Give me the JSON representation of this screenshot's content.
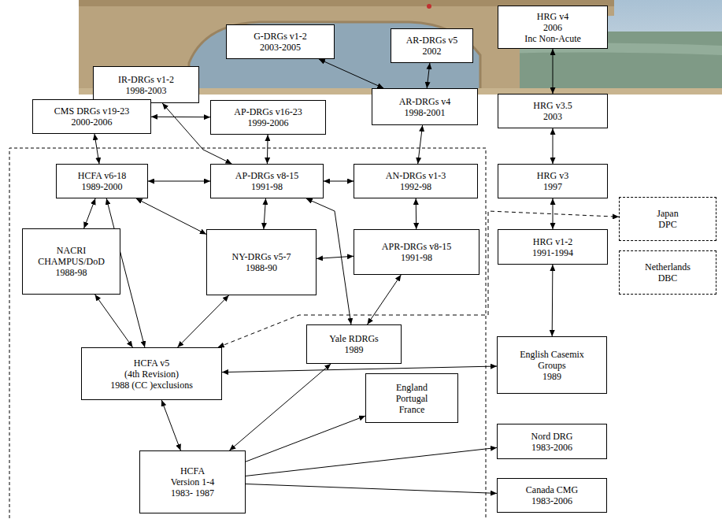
{
  "diagram": {
    "nodes": [
      {
        "text": [
          "IR-DRGs v1-2",
          "1998-2003"
        ]
      },
      {
        "text": [
          "G-DRGs v1-2",
          "2003-2005"
        ]
      },
      {
        "text": [
          "AR-DRGs v5",
          "2002"
        ]
      },
      {
        "text": [
          "HRG v4",
          "2006",
          "Inc Non-Acute"
        ]
      },
      {
        "text": [
          "CMS DRGs v19-23",
          "2000-2006"
        ]
      },
      {
        "text": [
          "AP-DRGs v16-23",
          "1999-2006"
        ]
      },
      {
        "text": [
          "AR-DRGs v4",
          "1998-2001"
        ]
      },
      {
        "text": [
          "HRG v3.5",
          "2003"
        ]
      },
      {
        "text": [
          "HCFA v6-18",
          "1989-2000"
        ]
      },
      {
        "text": [
          "AP-DRGs v8-15",
          "1991-98"
        ]
      },
      {
        "text": [
          "AN-DRGs v1-3",
          "1992-98"
        ]
      },
      {
        "text": [
          "HRG v3",
          "1997"
        ]
      },
      {
        "text": [
          "NACRI",
          "CHAMPUS/DoD",
          "1988-98"
        ]
      },
      {
        "text": [
          "NY-DRGs v5-7",
          "1988-90"
        ]
      },
      {
        "text": [
          "APR-DRGs v8-15",
          "1991-98"
        ]
      },
      {
        "text": [
          "HRG v1-2",
          "1991-1994"
        ]
      },
      {
        "text": [
          "Japan",
          "DPC"
        ]
      },
      {
        "text": [
          "Netherlands",
          "DBC"
        ]
      },
      {
        "text": [
          "Yale RDRGs",
          "1989"
        ]
      },
      {
        "text": [
          "HCFA v5",
          "(4th Revision)",
          "1988 (CC )exclusions"
        ]
      },
      {
        "text": [
          "England",
          "Portugal",
          "France"
        ]
      },
      {
        "text": [
          "English Casemix",
          "Groups",
          "1989"
        ]
      },
      {
        "text": [
          "Nord DRG",
          "1983-2006"
        ]
      },
      {
        "text": [
          "HCFA",
          "Version 1-4",
          "1983- 1987"
        ]
      },
      {
        "text": [
          "Canada CMG",
          "1983-2006"
        ]
      }
    ],
    "edges": [
      {
        "from": 3,
        "to": 7,
        "arrow": "both"
      },
      {
        "from": 7,
        "to": 11,
        "arrow": "both"
      },
      {
        "from": 11,
        "to": 15,
        "arrow": "both"
      },
      {
        "from": 15,
        "to": 21,
        "arrow": "both"
      },
      {
        "from": 4,
        "to": 5,
        "arrow": "both"
      },
      {
        "from": 4,
        "to": 8,
        "arrow": "both"
      },
      {
        "from": 5,
        "to": 9,
        "arrow": "both"
      },
      {
        "from": 0,
        "to": 9,
        "arrow": "both"
      },
      {
        "from": 1,
        "to": 6,
        "arrow": "both"
      },
      {
        "from": 2,
        "to": 6,
        "arrow": "both"
      },
      {
        "from": 6,
        "to": 10,
        "arrow": "both"
      },
      {
        "from": 8,
        "to": 9,
        "arrow": "both"
      },
      {
        "from": 9,
        "to": 10,
        "arrow": "both"
      },
      {
        "from": 8,
        "to": 12,
        "arrow": "both"
      },
      {
        "from": 8,
        "to": 13,
        "arrow": "both"
      },
      {
        "from": 9,
        "to": 13,
        "arrow": "both"
      },
      {
        "from": 9,
        "to": 18,
        "arrow": "both"
      },
      {
        "from": 13,
        "to": 14,
        "arrow": "both"
      },
      {
        "from": 10,
        "to": 14,
        "arrow": "both"
      },
      {
        "from": 14,
        "to": 18,
        "arrow": "both"
      },
      {
        "from": 12,
        "to": 19,
        "arrow": "both"
      },
      {
        "from": 8,
        "to": 19,
        "arrow": "both"
      },
      {
        "from": 13,
        "to": 19,
        "arrow": "both"
      },
      {
        "from": 19,
        "to": 21,
        "arrow": "both"
      },
      {
        "from": 19,
        "to": 16,
        "arrow": "both"
      },
      {
        "from": 19,
        "to": 23,
        "arrow": "both"
      },
      {
        "from": 23,
        "to": 18,
        "arrow": "both"
      },
      {
        "from": 23,
        "to": 20,
        "arrow": "to"
      },
      {
        "from": 23,
        "to": 22,
        "arrow": "to"
      },
      {
        "from": 23,
        "to": 24,
        "arrow": "to"
      }
    ]
  }
}
